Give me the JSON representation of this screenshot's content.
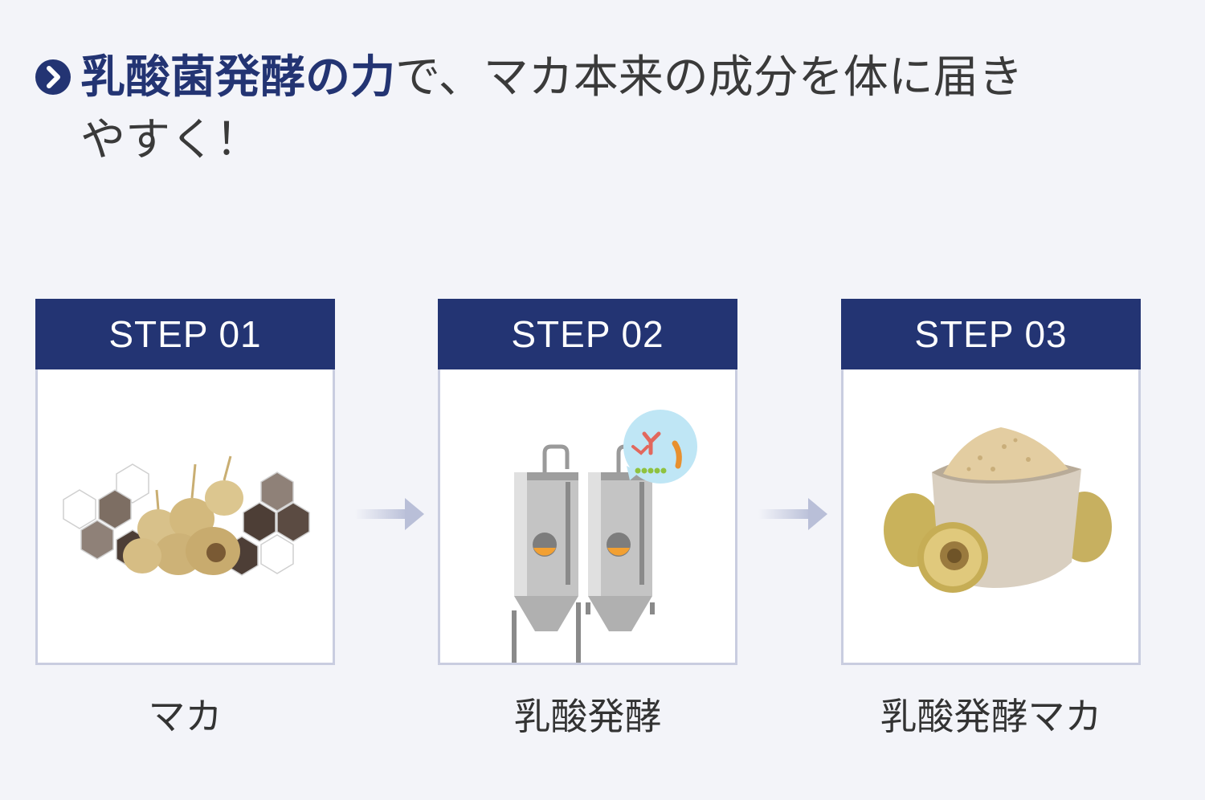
{
  "headline": {
    "emphasis": "乳酸菌発酵の力",
    "line1_rest": "で、マカ本来の成分を体に届き",
    "line2": "やすく！"
  },
  "steps": [
    {
      "label": "STEP 01",
      "caption": "マカ",
      "image_icon": "maca-root-hexagon-icon"
    },
    {
      "label": "STEP 02",
      "caption": "乳酸発酵",
      "image_icon": "fermentation-tank-icon"
    },
    {
      "label": "STEP 03",
      "caption": "乳酸発酵マカ",
      "image_icon": "maca-powder-bowl-icon"
    }
  ],
  "colors": {
    "accent": "#233473",
    "background": "#f3f4f9",
    "card_border": "#c9cde0",
    "arrow": "#b9bfd8"
  }
}
